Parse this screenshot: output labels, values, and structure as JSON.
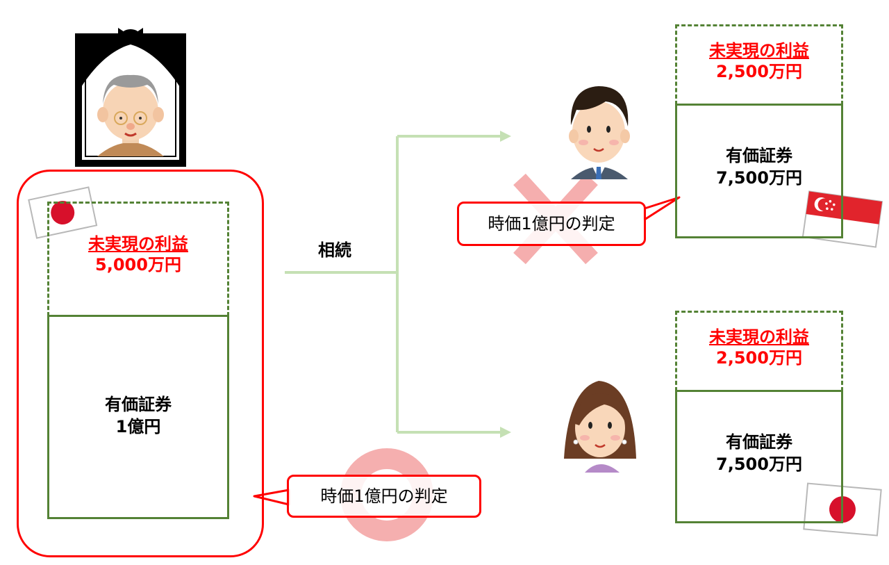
{
  "deceased": {
    "unrealized_gain_label": "未実現の利益",
    "unrealized_gain_amount": "5,000万円",
    "securities_label": "有価証券",
    "securities_amount": "1億円",
    "flag": "japan-flag"
  },
  "arrow_label": "相続",
  "heir_top": {
    "unrealized_gain_label": "未実現の利益",
    "unrealized_gain_amount": "2,500万円",
    "securities_label": "有価証券",
    "securities_amount": "7,500万円",
    "flag": "singapore-flag",
    "judgement_callout": "時価1億円の判定",
    "judgement_result": "cross"
  },
  "heir_bottom": {
    "unrealized_gain_label": "未実現の利益",
    "unrealized_gain_amount": "2,500万円",
    "securities_label": "有価証券",
    "securities_amount": "7,500万円",
    "flag": "japan-flag"
  },
  "deceased_judgement": {
    "callout": "時価1億円の判定",
    "result": "circle"
  },
  "colors": {
    "accent_red": "#ff0000",
    "box_green": "#548235",
    "arrow_green": "#c5e0b4",
    "mark_pink": "#f4a6a6"
  }
}
